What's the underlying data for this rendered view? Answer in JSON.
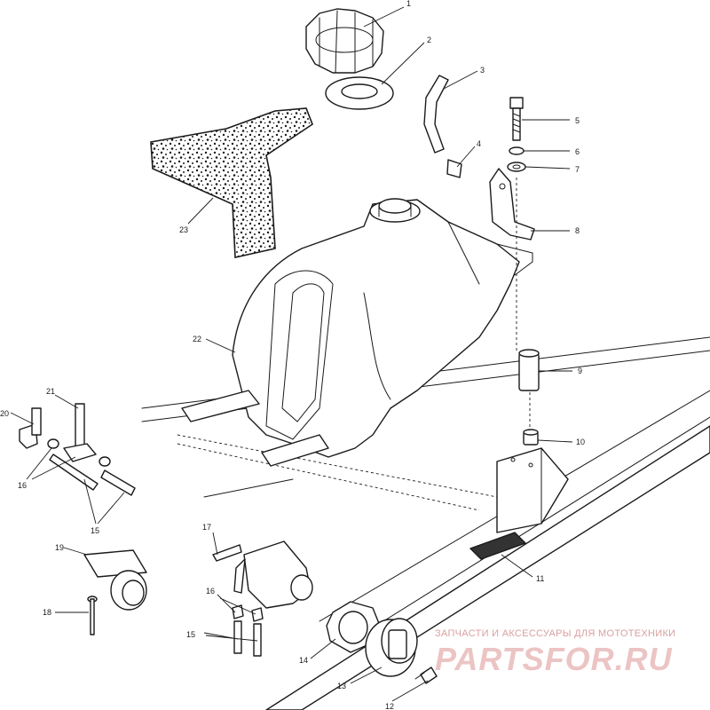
{
  "diagram": {
    "type": "exploded-parts-diagram",
    "subject": "fuel tank assembly",
    "callouts": {
      "c1": "1",
      "c2": "2",
      "c3": "3",
      "c4": "4",
      "c5": "5",
      "c6": "6",
      "c7": "7",
      "c8": "8",
      "c9": "9",
      "c10": "10",
      "c11": "11",
      "c12": "12",
      "c13": "13",
      "c14": "14",
      "c15a": "15",
      "c15b": "15",
      "c16a": "16",
      "c16b": "16",
      "c17": "17",
      "c18": "18",
      "c19": "19",
      "c20": "20",
      "c21": "21",
      "c22": "22",
      "c23": "23"
    }
  },
  "watermark": {
    "tagline": "ЗАПЧАСТИ И АКСЕССУАРЫ ДЛЯ МОТОТЕХНИКИ",
    "brand": "PARTSFOR.RU",
    "color": "#e8b0b0"
  },
  "colors": {
    "line": "#1a1a1a",
    "background": "#ffffff"
  }
}
